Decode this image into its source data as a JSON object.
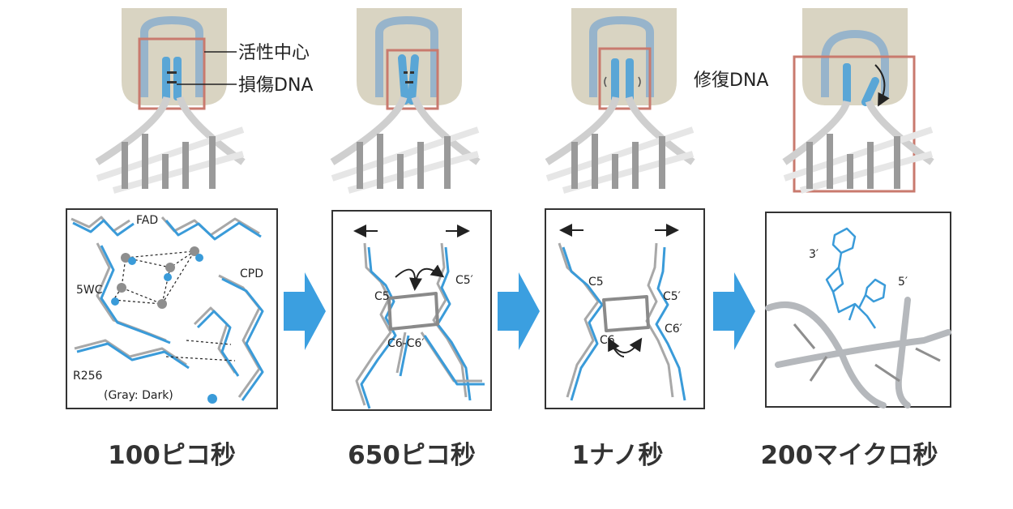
{
  "callouts": {
    "active_site": "活性中心",
    "damaged_dna": "損傷DNA",
    "repaired_dna": "修復DNA"
  },
  "panels": [
    {
      "caption": "100ピコ秒",
      "labels": {
        "fad": "FAD",
        "cpd": "CPD",
        "wc5": "5WC",
        "r256": "R256",
        "gray_dark": "(Gray: Dark)"
      }
    },
    {
      "caption": "650ピコ秒",
      "labels": {
        "c5": "C5",
        "c5p": "C5′",
        "c6c6": "C6-C6′"
      }
    },
    {
      "caption": "1ナノ秒",
      "labels": {
        "c5": "C5",
        "c5p": "C5′",
        "c6": "C6",
        "c6p": "C6′"
      }
    },
    {
      "caption": "200マイクロ秒",
      "labels": {
        "p3": "3′",
        "p5": "5′"
      }
    }
  ],
  "colors": {
    "blue": "#3a9bd9",
    "gray": "#a8a8a8",
    "protein": "#d9d4c2",
    "highlight_box": "#c97a6e",
    "arrow": "#3b9fe0"
  }
}
